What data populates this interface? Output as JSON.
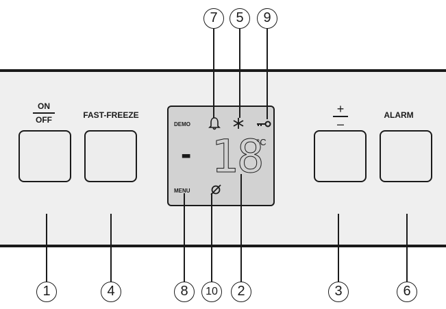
{
  "buttons": {
    "on_off_top": "ON",
    "on_off_bottom": "OFF",
    "fast_freeze": "FAST-FREEZE",
    "plus": "+",
    "minus": "–",
    "alarm": "ALARM"
  },
  "display": {
    "demo": "DEMO",
    "menu": "MENU",
    "sign": "-",
    "temperature": "18",
    "unit": "°C",
    "bell": "🔔",
    "snowflake": "✳",
    "key": "⊷",
    "no_symbol": "∅"
  },
  "callouts": [
    "1",
    "4",
    "8",
    "10",
    "2",
    "3",
    "6",
    "7",
    "5",
    "9"
  ],
  "icons": [
    "bell-icon",
    "snowflake-icon",
    "key-icon",
    "crossed-circle-icon"
  ]
}
